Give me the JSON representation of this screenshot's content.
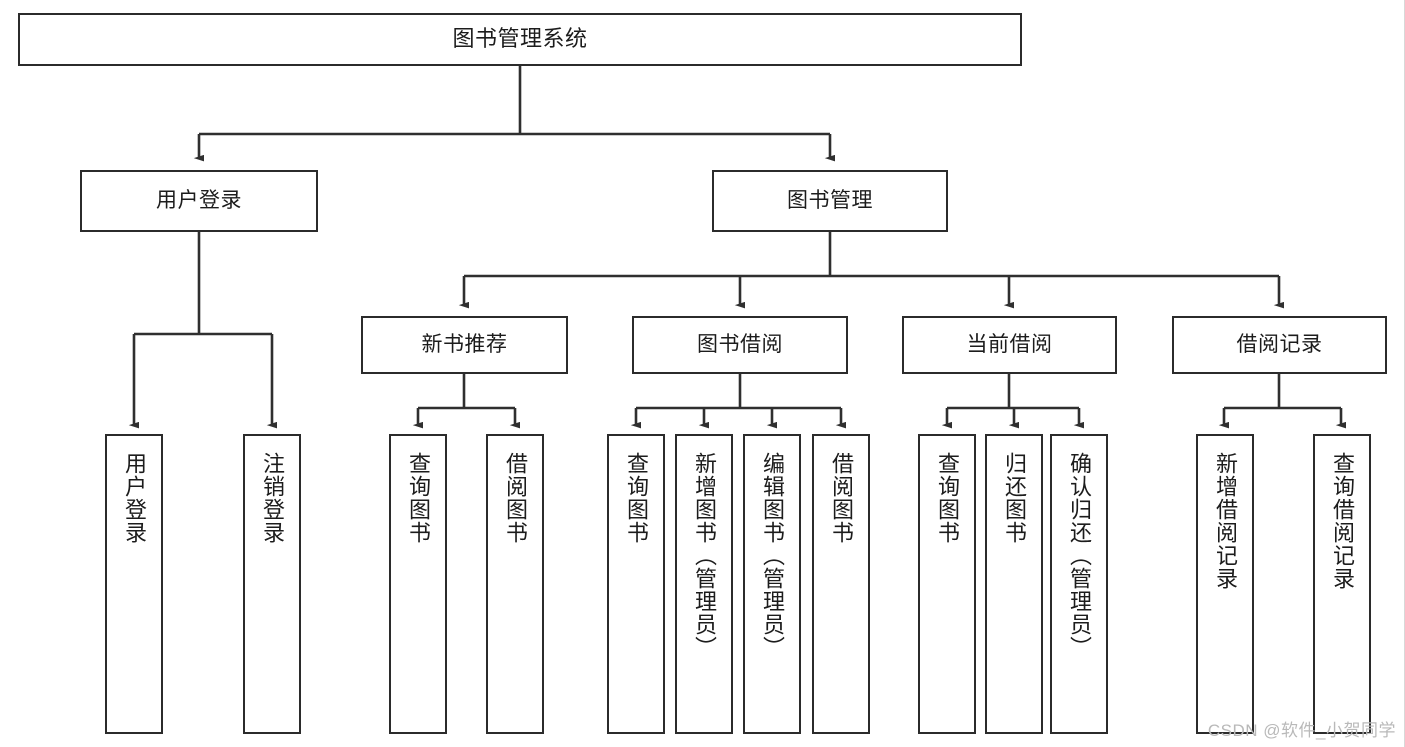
{
  "diagram": {
    "title": "图书管理系统",
    "type": "tree-hierarchy-diagram",
    "colors": {
      "background": "#ffffff",
      "border": "#2b2b2b",
      "connector": "#333333",
      "text": "#1c1c1c",
      "watermark": "#b9b9b9"
    },
    "root": {
      "label": "图书管理系统"
    },
    "level2": [
      {
        "label": "用户登录"
      },
      {
        "label": "图书管理"
      }
    ],
    "level3": [
      {
        "label": "新书推荐"
      },
      {
        "label": "图书借阅"
      },
      {
        "label": "当前借阅"
      },
      {
        "label": "借阅记录"
      }
    ],
    "leaves": {
      "user_login": [
        {
          "label": "用户登录"
        },
        {
          "label": "注销登录"
        }
      ],
      "new_book_recommend": [
        {
          "label": "查询图书"
        },
        {
          "label": "借阅图书"
        }
      ],
      "book_borrow": [
        {
          "label": "查询图书"
        },
        {
          "label": "新增图书（管理员）"
        },
        {
          "label": "编辑图书（管理员）"
        },
        {
          "label": "借阅图书"
        }
      ],
      "current_borrow": [
        {
          "label": "查询图书"
        },
        {
          "label": "归还图书"
        },
        {
          "label": "确认归还（管理员）"
        }
      ],
      "borrow_record": [
        {
          "label": "新增借阅记录"
        },
        {
          "label": "查询借阅记录"
        }
      ]
    },
    "watermark": "CSDN @软件_小贺同学"
  }
}
